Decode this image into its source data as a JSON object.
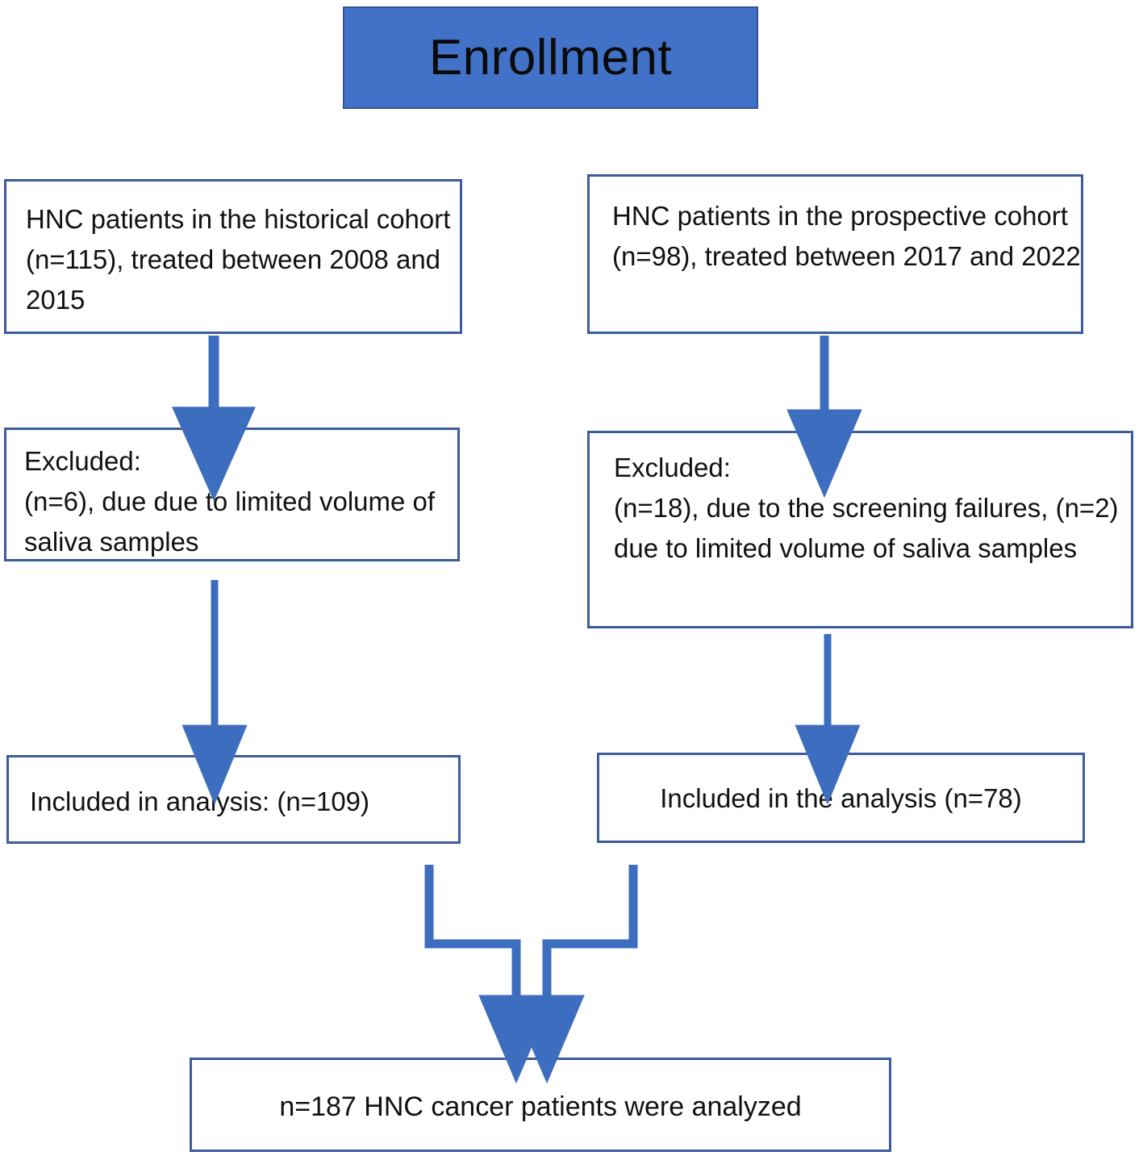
{
  "diagram": {
    "title": "Enrollment",
    "accent_color": "#4272C8",
    "border_color": "#3C5C9C",
    "arrow_color": "#3D6DBF",
    "background": "#FFFFFF",
    "nodes": {
      "header": "Enrollment",
      "historical_cohort": "HNC patients in the historical cohort (n=115), treated between 2008 and 2015",
      "prospective_cohort": "HNC patients in the prospective cohort (n=98), treated between 2017  and 2022",
      "historical_excluded": "Excluded:\n(n=6), due due to limited volume of saliva samples",
      "prospective_excluded": "Excluded:\n(n=18), due to the screening failures, (n=2) due to limited volume of saliva samples",
      "historical_included": "Included in analysis: (n=109)",
      "prospective_included": "Included in the analysis (n=78)",
      "final_analyzed": "n=187  HNC cancer patients were analyzed"
    },
    "counts": {
      "historical_enrolled": 115,
      "prospective_enrolled": 98,
      "historical_excluded_volume": 6,
      "prospective_excluded_screening": 18,
      "prospective_excluded_volume": 2,
      "historical_included": 109,
      "prospective_included": 78,
      "total_analyzed": 187
    },
    "edges": [
      {
        "name": "historical-cohort-to-excluded",
        "from": "historical_cohort",
        "to": "historical_excluded"
      },
      {
        "name": "prospective-cohort-to-excluded",
        "from": "prospective_cohort",
        "to": "prospective_excluded"
      },
      {
        "name": "historical-excluded-to-included",
        "from": "historical_excluded",
        "to": "historical_included"
      },
      {
        "name": "prospective-excluded-to-included",
        "from": "prospective_excluded",
        "to": "prospective_included"
      },
      {
        "name": "historical-included-to-final",
        "from": "historical_included",
        "to": "final_analyzed"
      },
      {
        "name": "prospective-included-to-final",
        "from": "prospective_included",
        "to": "final_analyzed"
      }
    ]
  }
}
